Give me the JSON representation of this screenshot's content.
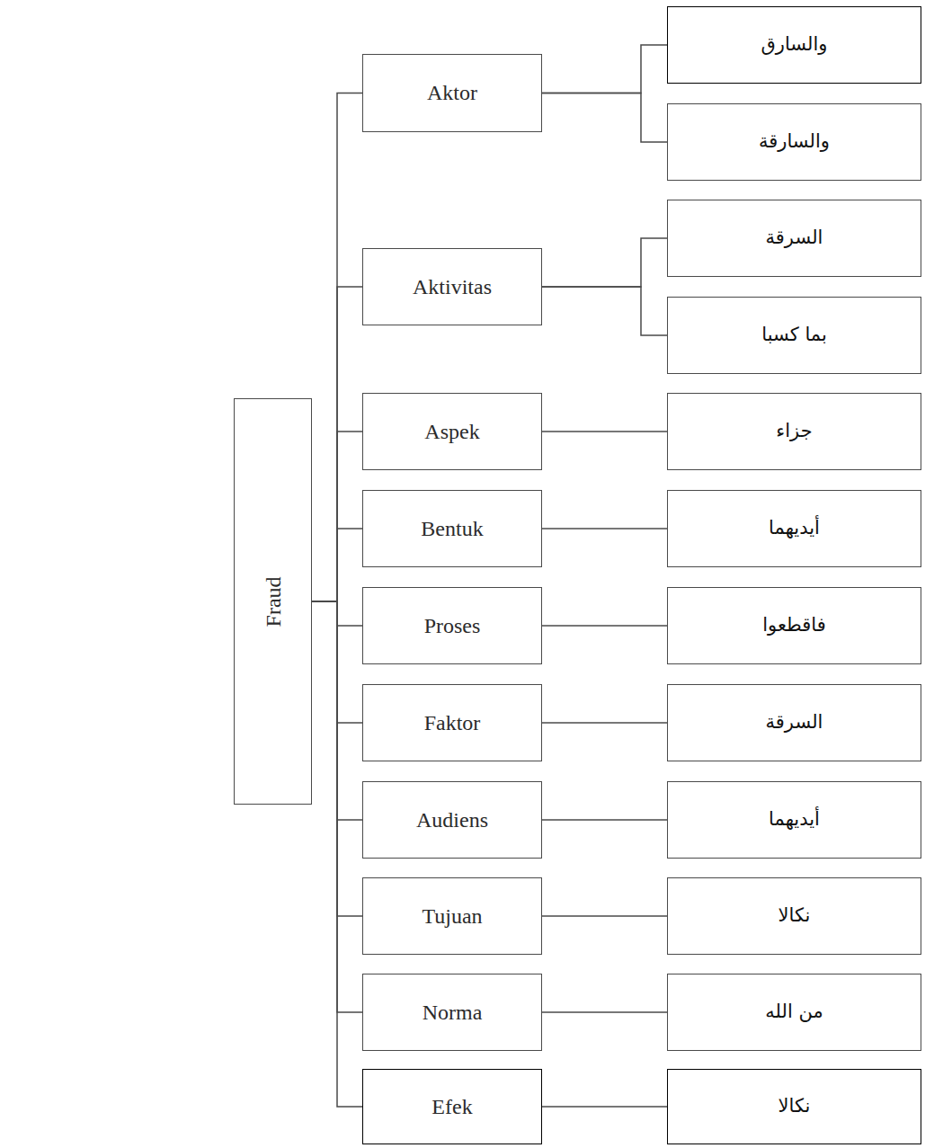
{
  "diagram": {
    "nodes": [
      {
        "text": [
          "Fraud"
        ]
      },
      {
        "text": [
          "Aktor"
        ]
      },
      {
        "text": [
          "والسارق"
        ]
      },
      {
        "text": [
          "والسارقة"
        ]
      },
      {
        "text": [
          "Aktivitas"
        ]
      },
      {
        "text": [
          "السرقة"
        ]
      },
      {
        "text": [
          "بما كسبا"
        ]
      },
      {
        "text": [
          "Aspek"
        ]
      },
      {
        "text": [
          "جزاء"
        ]
      },
      {
        "text": [
          "Bentuk"
        ]
      },
      {
        "text": [
          "أيديهما"
        ]
      },
      {
        "text": [
          "Proses"
        ]
      },
      {
        "text": [
          "فاقطعوا"
        ]
      },
      {
        "text": [
          "Faktor"
        ]
      },
      {
        "text": [
          "السرقة"
        ]
      },
      {
        "text": [
          "Audiens"
        ]
      },
      {
        "text": [
          "أيديهما"
        ]
      },
      {
        "text": [
          "Tujuan"
        ]
      },
      {
        "text": [
          "نكالا"
        ]
      },
      {
        "text": [
          "Norma"
        ]
      },
      {
        "text": [
          "من الله"
        ]
      },
      {
        "text": [
          "Efek"
        ]
      },
      {
        "text": [
          "نكالا"
        ]
      }
    ],
    "edges": [
      {
        "from": 0,
        "to": 1,
        "arrow": "none"
      },
      {
        "from": 0,
        "to": 4,
        "arrow": "none"
      },
      {
        "from": 0,
        "to": 7,
        "arrow": "none"
      },
      {
        "from": 0,
        "to": 9,
        "arrow": "none"
      },
      {
        "from": 0,
        "to": 11,
        "arrow": "none"
      },
      {
        "from": 0,
        "to": 13,
        "arrow": "none"
      },
      {
        "from": 0,
        "to": 15,
        "arrow": "none"
      },
      {
        "from": 0,
        "to": 17,
        "arrow": "none"
      },
      {
        "from": 0,
        "to": 19,
        "arrow": "none"
      },
      {
        "from": 0,
        "to": 21,
        "arrow": "none"
      },
      {
        "from": 1,
        "to": 2,
        "arrow": "none"
      },
      {
        "from": 1,
        "to": 3,
        "arrow": "none"
      },
      {
        "from": 4,
        "to": 5,
        "arrow": "none"
      },
      {
        "from": 4,
        "to": 6,
        "arrow": "none"
      },
      {
        "from": 7,
        "to": 8,
        "arrow": "none"
      },
      {
        "from": 9,
        "to": 10,
        "arrow": "none"
      },
      {
        "from": 11,
        "to": 12,
        "arrow": "none"
      },
      {
        "from": 13,
        "to": 14,
        "arrow": "none"
      },
      {
        "from": 15,
        "to": 16,
        "arrow": "none"
      },
      {
        "from": 17,
        "to": 18,
        "arrow": "none"
      },
      {
        "from": 19,
        "to": 20,
        "arrow": "none"
      },
      {
        "from": 21,
        "to": 22,
        "arrow": "none"
      }
    ]
  }
}
